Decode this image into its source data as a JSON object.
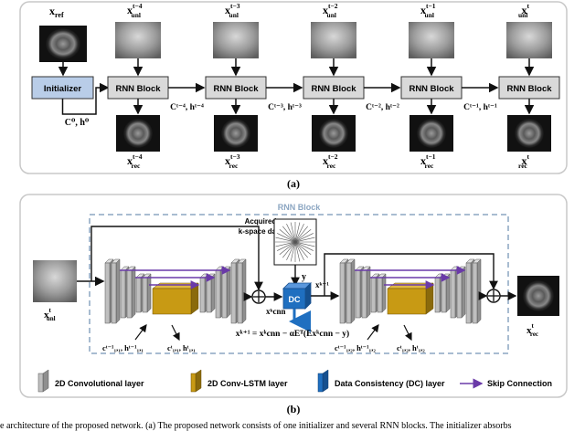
{
  "panel_a": {
    "ref_label_base": "x",
    "ref_label_sub": "ref",
    "initializer_label": "Initializer",
    "init_state_label": "C⁰, h⁰",
    "blocks": [
      {
        "label": "RNN Block",
        "unl_base": "x",
        "unl_sub": "unl",
        "unl_sup": "t−4",
        "rec_base": "x",
        "rec_sub": "rec",
        "rec_sup": "t−4"
      },
      {
        "label": "RNN Block",
        "unl_base": "x",
        "unl_sub": "unl",
        "unl_sup": "t−3",
        "rec_base": "x",
        "rec_sub": "rec",
        "rec_sup": "t−3"
      },
      {
        "label": "RNN Block",
        "unl_base": "x",
        "unl_sub": "unl",
        "unl_sup": "t−2",
        "rec_base": "x",
        "rec_sub": "rec",
        "rec_sup": "t−2"
      },
      {
        "label": "RNN Block",
        "unl_base": "x",
        "unl_sub": "unl",
        "unl_sup": "t−1",
        "rec_base": "x",
        "rec_sub": "rec",
        "rec_sup": "t−1"
      },
      {
        "label": "RNN Block",
        "unl_base": "x",
        "unl_sub": "unl",
        "unl_sup": "t",
        "rec_base": "x",
        "rec_sub": "rec",
        "rec_sup": "t"
      }
    ],
    "states": [
      "Cᵗ⁻⁴, hᵗ⁻⁴",
      "Cᵗ⁻³, hᵗ⁻³",
      "Cᵗ⁻², hᵗ⁻²",
      "Cᵗ⁻¹, hᵗ⁻¹"
    ],
    "caption": "(a)"
  },
  "panel_b": {
    "title": "RNN Block",
    "kspace_line1": "Acquired",
    "kspace_line2": "k-space data",
    "y_label": "y",
    "dc_label": "DC",
    "input_base": "x",
    "input_sub": "unl",
    "input_sup": "t",
    "output_base": "x",
    "output_sub": "rec",
    "output_sup": "t",
    "xcnn_label": "xᵏcnn",
    "xk1_label": "xᵏ⁺¹",
    "update_eq": "xᵏ⁺¹ = xᵏcnn − αEᵀ(Exᵏcnn − y)",
    "state_in_1": "cᵗ⁻¹₁,₁, hᵗ⁻¹₁,₁",
    "state_out_1": "cᵗ₁,₁, hᵗ₁,₁",
    "state_in_2": "cᵗ⁻¹₁,₂, hᵗ⁻¹₁,₂",
    "state_out_2": "cᵗ₁,₂, hᵗ₁,₂",
    "caption": "(b)"
  },
  "legend": {
    "conv": "2D Convolutional layer",
    "convlstm": "2D Conv-LSTM layer",
    "dc": "Data Consistency (DC) layer",
    "skip": "Skip Connection"
  },
  "colors": {
    "initializer": "#b9cde8",
    "rnn_block": "#d9d9d9",
    "conv": "#bfbfbf",
    "convlstm": "#c89a14",
    "dc": "#1f6fc0",
    "skip": "#6a3aa8",
    "panel_border": "#c8c8c8",
    "dashed_border": "#8ca6c2"
  },
  "footer_caption": "e architecture of the proposed network. (a) The proposed network consists of one initializer and several RNN blocks. The initializer absorbs"
}
